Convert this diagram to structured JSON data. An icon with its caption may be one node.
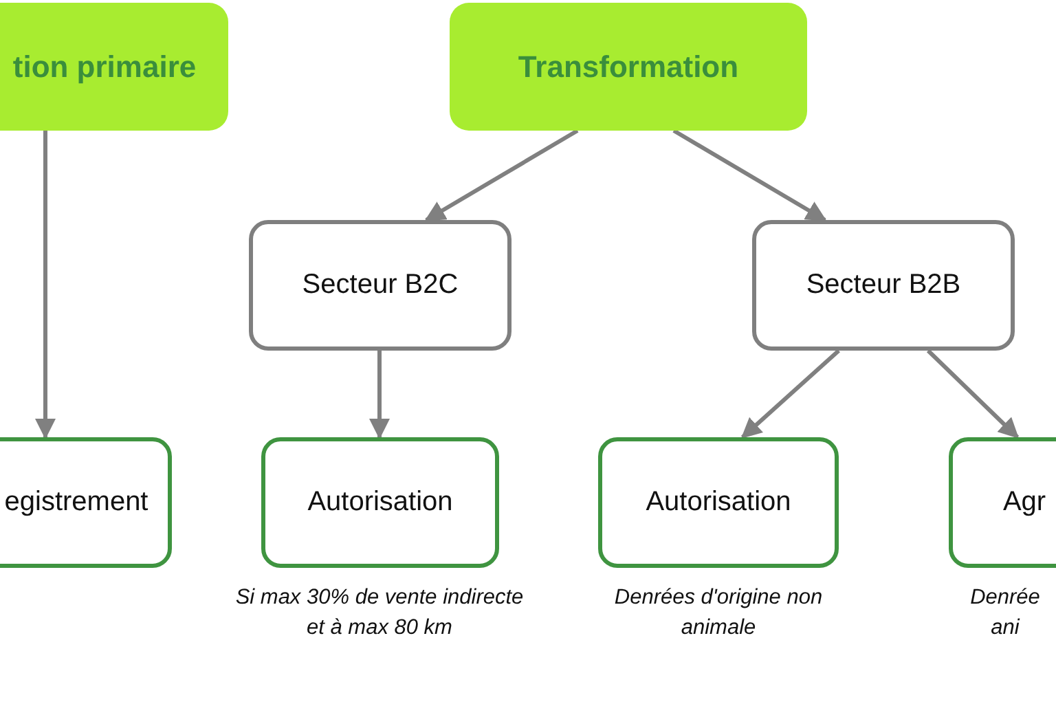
{
  "diagram": {
    "nodes": [
      {
        "text": [
          "tion primaire"
        ]
      },
      {
        "text": [
          "Transformation"
        ]
      },
      {
        "text": [
          "Secteur B2C"
        ]
      },
      {
        "text": [
          "Secteur B2B"
        ]
      },
      {
        "text": [
          "egistrement"
        ]
      },
      {
        "text": [
          "Autorisation"
        ],
        "beside": [
          "Si max 30% de vente indirecte et à max 80 km"
        ]
      },
      {
        "text": [
          "Autorisation"
        ],
        "beside": [
          "Denrées d'origine non animale"
        ]
      },
      {
        "text": [
          "Agr"
        ],
        "beside": [
          "Denrée",
          "ani"
        ]
      }
    ],
    "edges": [
      {
        "from": 0,
        "to": 4,
        "arrow": "to"
      },
      {
        "from": 1,
        "to": 2,
        "arrow": "to"
      },
      {
        "from": 1,
        "to": 3,
        "arrow": "to"
      },
      {
        "from": 2,
        "to": 5,
        "arrow": "to"
      },
      {
        "from": 3,
        "to": 6,
        "arrow": "to"
      },
      {
        "from": 3,
        "to": 7,
        "arrow": "to"
      }
    ]
  }
}
